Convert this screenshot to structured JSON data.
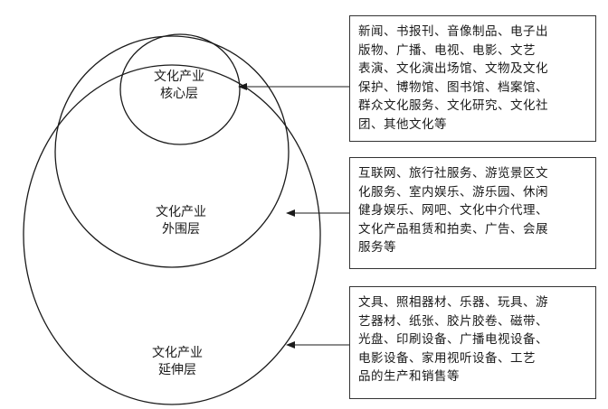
{
  "layers": {
    "core": {
      "label": "文化产业\n核心层",
      "description": "新闻、书报刊、音像制品、电子出\n版物、广播、电视、电影、文艺\n表演、文化演出场馆、文物及文化\n保护、博物馆、图书馆、档案馆、\n群众文化服务、文化研究、文化社\n团、其他文化等"
    },
    "peripheral": {
      "label": "文化产业\n外围层",
      "description": "互联网、旅行社服务、游览景区文\n化服务、室内娱乐、游乐园、休闲\n健身娱乐、网吧、文化中介代理、\n文化产品租赁和拍卖、广告、会展\n服务等"
    },
    "extended": {
      "label": "文化产业\n延伸层",
      "description": "文具、照相器材、乐器、玩具、游\n艺器材、纸张、胶片胶卷、磁带、\n光盘、印刷设备、广播电视设备、\n电影设备、家用视听设备、工艺\n品的生产和销售等"
    }
  }
}
